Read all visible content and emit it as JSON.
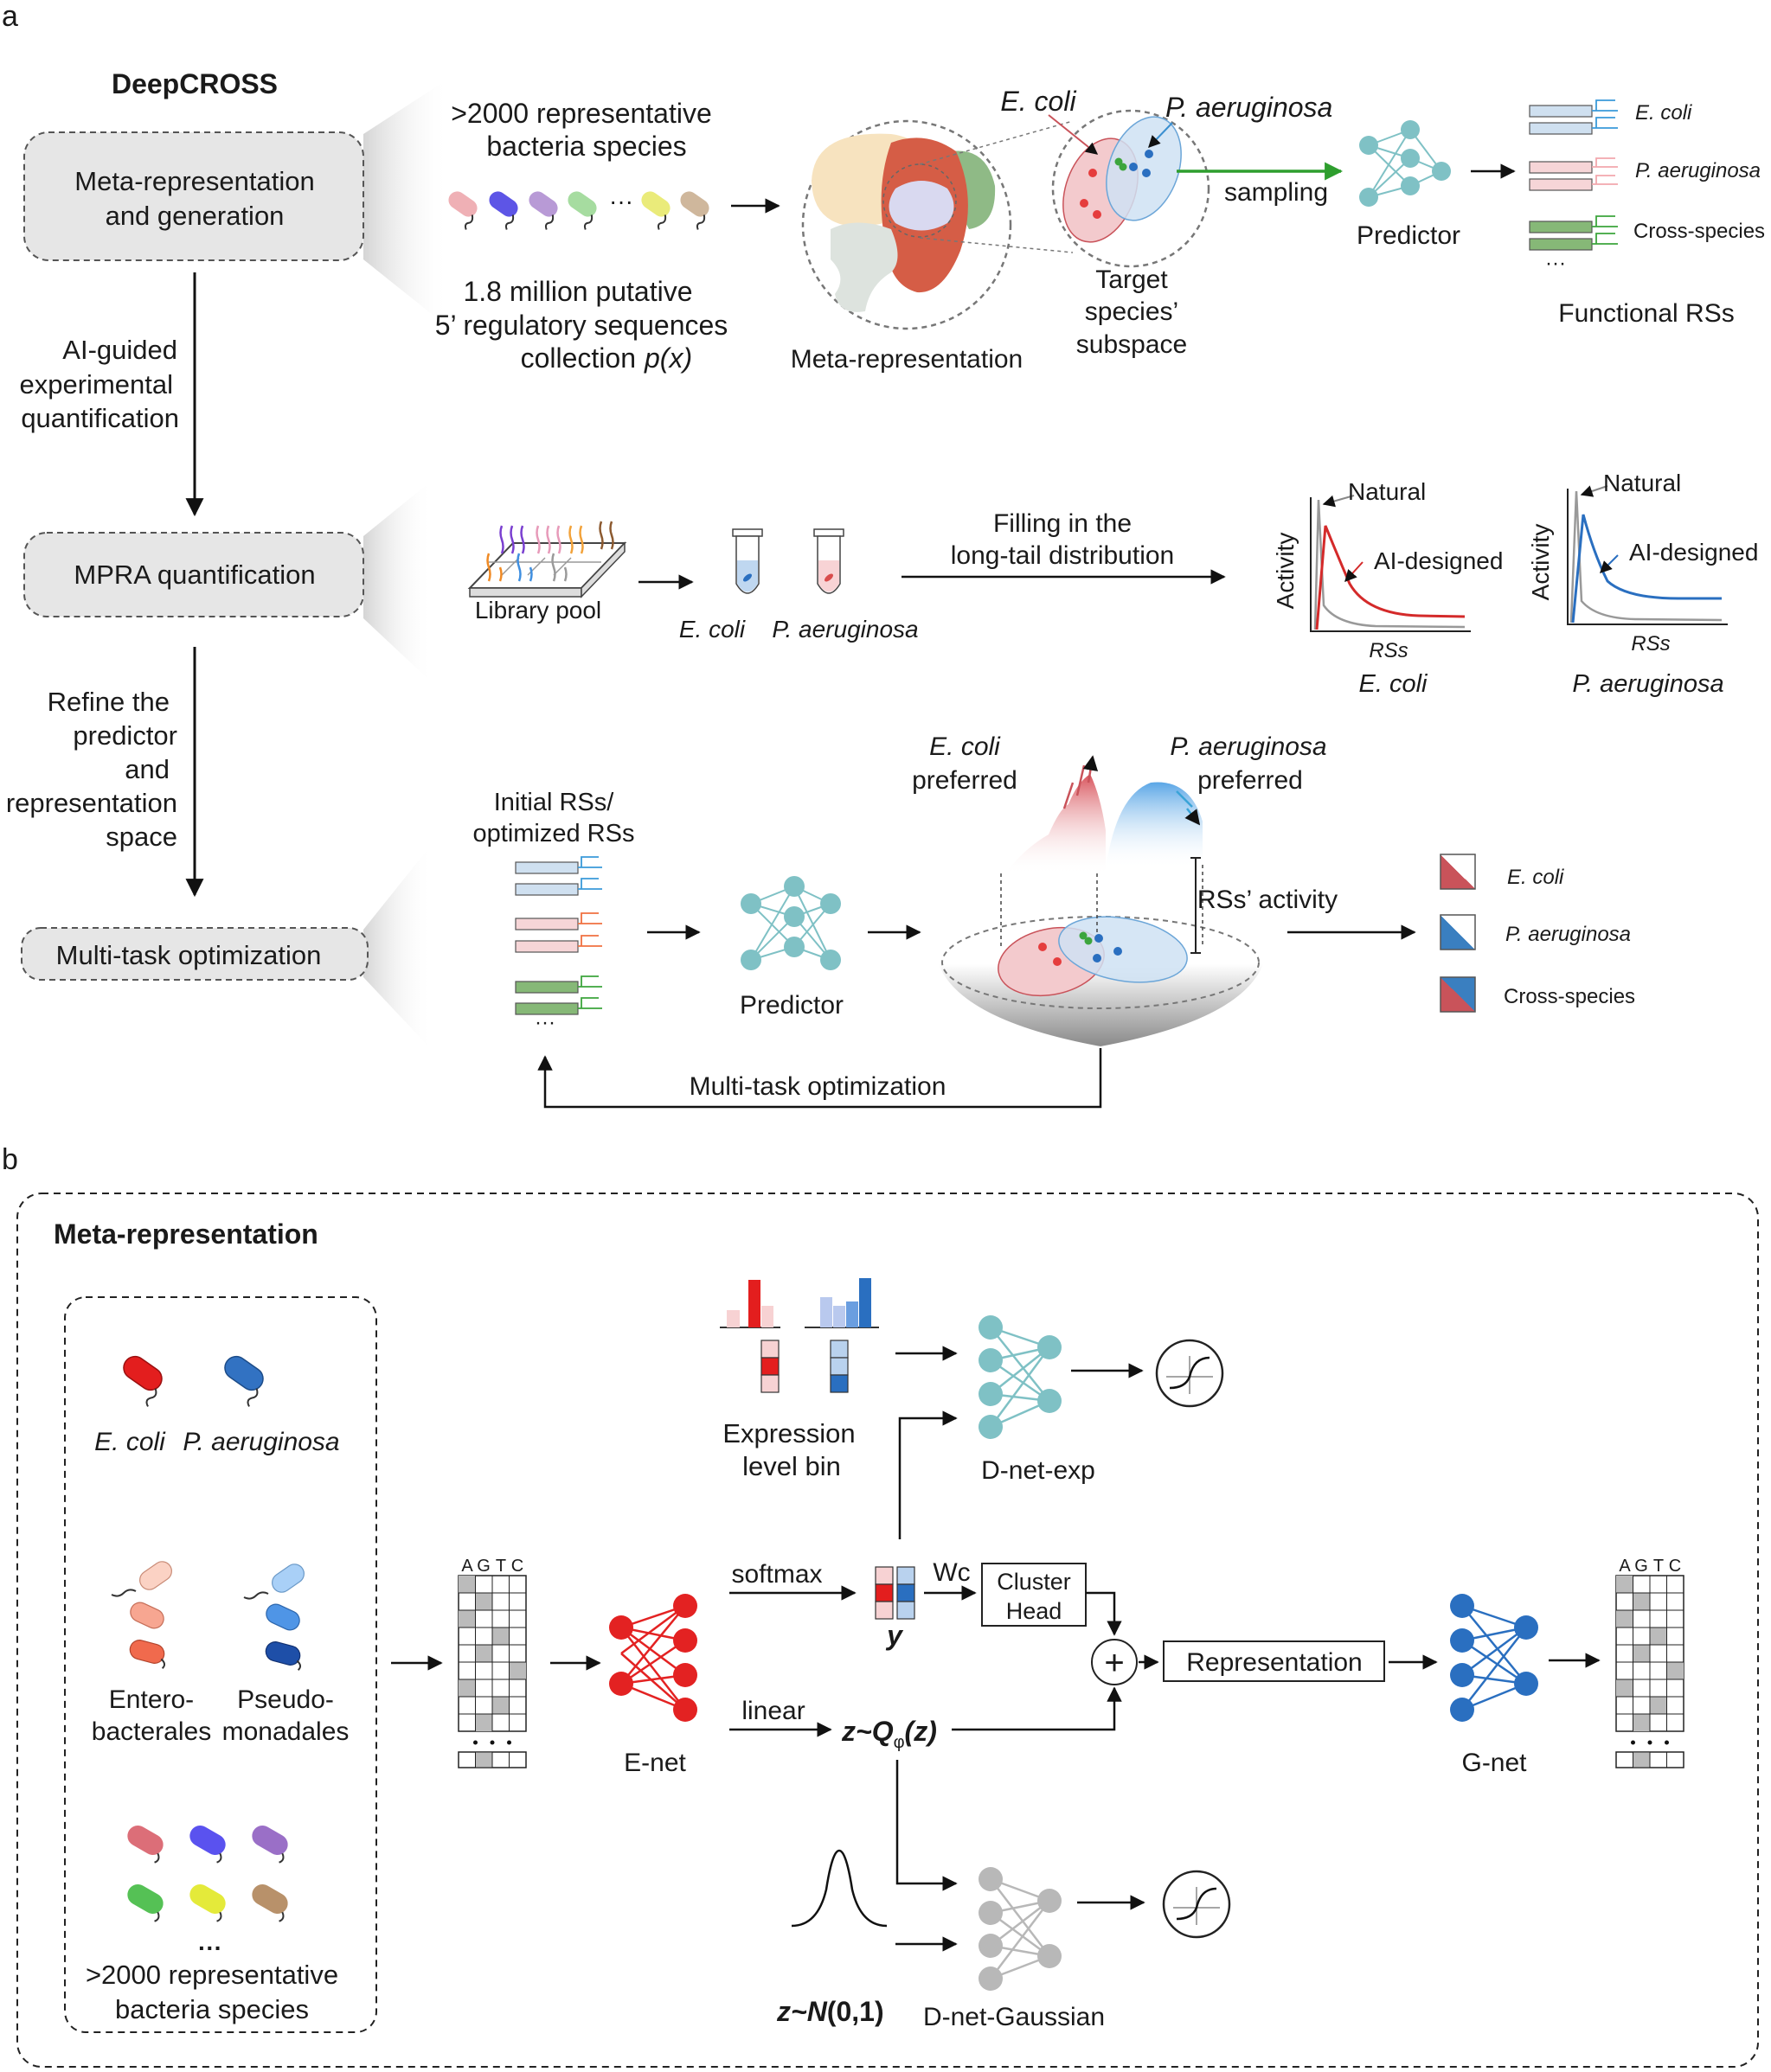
{
  "panel_a": {
    "label": "a",
    "title": "DeepCROSS",
    "steps": {
      "meta": [
        "Meta-representation",
        "and generation"
      ],
      "mpra": "MPRA quantification",
      "mto": "Multi-task optimization"
    },
    "side": {
      "ai": [
        "AI-guided",
        "experimental",
        "quantification"
      ],
      "refine": [
        "Refine the",
        "predictor",
        "and",
        "representation",
        "space"
      ]
    },
    "row1": {
      "species": [
        ">2000 representative",
        "bacteria species"
      ],
      "dots": "···",
      "seqs": [
        "1.8 million putative",
        "5’ regulatory sequences"
      ],
      "collection": "collection",
      "px": "p(x)",
      "ecoli": "E. coli",
      "paeru": "P. aeruginosa",
      "meta_rep": "Meta-representation",
      "target": [
        "Target",
        "species’",
        "subspace"
      ],
      "sampling": "sampling",
      "predictor": "Predictor",
      "out_ecoli": "E. coli",
      "out_paeru": "P. aeruginosa",
      "out_cross": "Cross-species",
      "out_dots": "···",
      "functional": "Functional RSs"
    },
    "row2": {
      "library": "Library pool",
      "ecoli": "E. coli",
      "paeru": "P. aeruginosa",
      "filling": [
        "Filling in the",
        "long-tail distribution"
      ],
      "natural": "Natural",
      "ai_designed": "AI-designed",
      "activity": "Activity",
      "rss": "RSs",
      "plot1": "E. coli",
      "plot2": "P. aeruginosa"
    },
    "row3": {
      "initial": [
        "Initial RSs/",
        "optimized RSs"
      ],
      "dots": "···",
      "predictor": "Predictor",
      "ecoli_pref": [
        "E. coli",
        "preferred"
      ],
      "paeru_pref": [
        "P. aeruginosa",
        "preferred"
      ],
      "rss_activity": "RSs’ activity",
      "legend_ecoli": "E. coli",
      "legend_paeru": "P. aeruginosa",
      "legend_cross": "Cross-species",
      "mto": "Multi-task optimization"
    }
  },
  "panel_b": {
    "label": "b",
    "title": "Meta-representation",
    "ecoli": "E. coli",
    "paeru": "P. aeruginosa",
    "entero": [
      "Entero-",
      "bacterales"
    ],
    "pseudo": [
      "Pseudo-",
      "monadales"
    ],
    "dots": "···",
    "species": [
      ">2000 representative",
      "bacteria species"
    ],
    "agtc": [
      "A",
      "G",
      "T",
      "C"
    ],
    "enet": "E-net",
    "softmax": "softmax",
    "linear": "linear",
    "y": "y",
    "wc": "Wc",
    "cluster_head": [
      "Cluster",
      "Head"
    ],
    "z_q": "z~Q",
    "phi": "φ",
    "z_q_tail": "(z)",
    "representation": "Representation",
    "gnet": "G-net",
    "expr_bin": [
      "Expression",
      "level bin"
    ],
    "dnet_exp": "D-net-exp",
    "z_n": "z~",
    "n_letter": "N",
    "z_n_tail": "(0,1)",
    "dnet_gauss": "D-net-Gaussian",
    "plus": "+"
  },
  "colors": {
    "ecoli_red": "#c9535a",
    "paeru_blue": "#3a7fc0",
    "predictor_teal": "#7fc1c5",
    "enet_red": "#e32222",
    "gnet_blue": "#2a6fc0",
    "gauss_gray": "#b8b8b8",
    "box_gray": "#e6e6e6",
    "arrow_green": "#2e9e2e"
  }
}
